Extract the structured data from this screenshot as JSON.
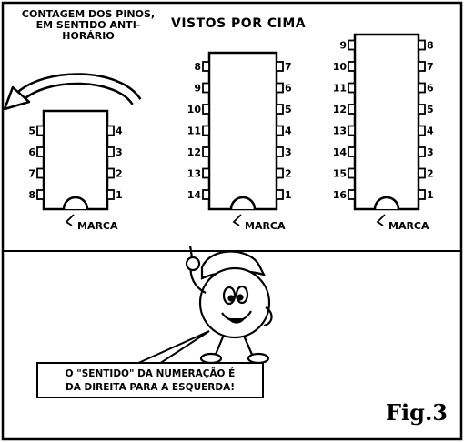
{
  "texts": {
    "top_note": "CONTAGEM DOS PINOS, EM SENTIDO ANTI-HORÁRIO",
    "top_title": "VISTOS POR CIMA",
    "mark_label": "MARCA",
    "speech_line1": "O \"SENTIDO\" DA NUMERAÇÃO É",
    "speech_line2": "DA DIREITA PARA A ESQUERDA!",
    "fig_label": "Fig.3"
  },
  "chips": [
    {
      "name": "chip-8-pin",
      "left_pins": [
        "5",
        "6",
        "7",
        "8"
      ],
      "right_pins": [
        "4",
        "3",
        "2",
        "1"
      ]
    },
    {
      "name": "chip-14-pin",
      "left_pins": [
        "8",
        "9",
        "10",
        "11",
        "12",
        "13",
        "14"
      ],
      "right_pins": [
        "7",
        "6",
        "5",
        "4",
        "3",
        "2",
        "1"
      ]
    },
    {
      "name": "chip-16-pin",
      "left_pins": [
        "9",
        "10",
        "11",
        "12",
        "13",
        "14",
        "15",
        "16"
      ],
      "right_pins": [
        "8",
        "7",
        "6",
        "5",
        "4",
        "3",
        "2",
        "1"
      ]
    }
  ]
}
